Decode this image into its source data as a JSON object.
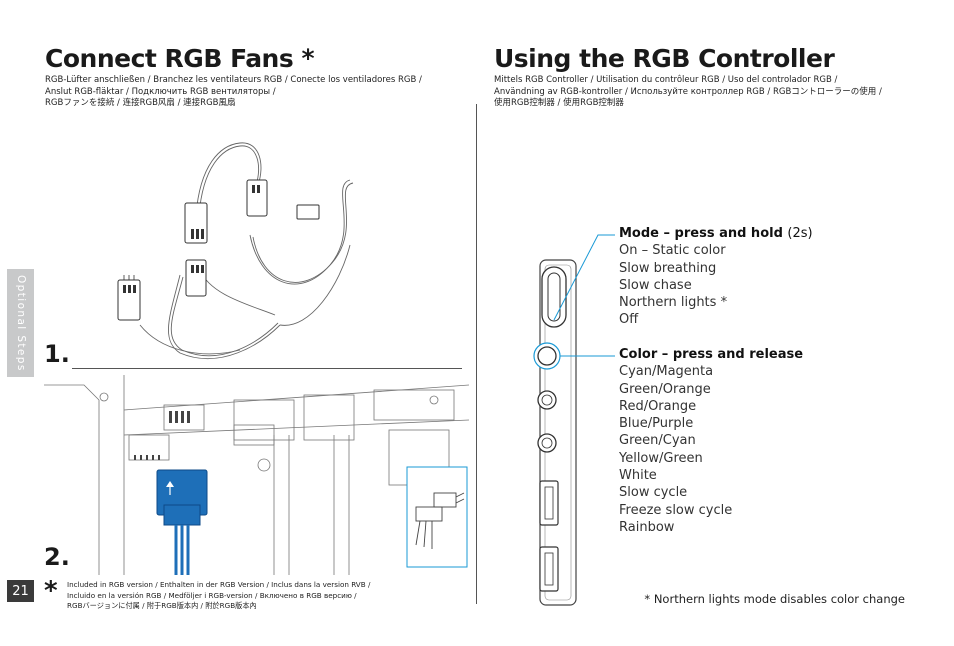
{
  "left": {
    "title": "Connect RGB Fans *",
    "subtitle_lines": [
      "RGB-Lüfter anschließen / Branchez les ventilateurs RGB / Conecte los ventiladores RGB /",
      "Anslut RGB-fläktar / Подключить RGB вентиляторы  /",
      "RGBファンを接続 / 连接RGB风扇 / 連接RGB風扇"
    ],
    "step1": "1.",
    "step2": "2.",
    "footnote_marker": "*",
    "footnote_lines": [
      "Included in RGB version / Enthalten in der RGB Version / Inclus dans la version RVB  /",
      "Incluido en la versión RGB  / Medföljer i RGB-version / Включено в RGB версию  /",
      "RGBバージョンに付属  / 附于RGB版本内 / 附於RGB版本內"
    ]
  },
  "right": {
    "title": "Using the RGB Controller",
    "subtitle_lines": [
      "Mittels RGB Controller / Utilisation du contrôleur RGB / Uso del controlador RGB /",
      "Användning av RGB-kontroller / Используйте контроллер RGB / RGBコントローラーの使用 /",
      "使用RGB控制器 / 使用RGB控制器"
    ],
    "mode": {
      "heading": "Mode – press and hold",
      "heading_suffix": "(2s)",
      "items": [
        "On – Static color",
        "Slow breathing",
        "Slow chase",
        "Northern lights *",
        "Off"
      ]
    },
    "color": {
      "heading": "Color – press and release",
      "items": [
        "Cyan/Magenta",
        "Green/Orange",
        "Red/Orange",
        "Blue/Purple",
        "Green/Cyan",
        "Yellow/Green",
        "White",
        "Slow cycle",
        "Freeze slow cycle",
        "Rainbow"
      ]
    },
    "footnote": "* Northern lights mode disables color change"
  },
  "side_tab": "Optional Steps",
  "page_number": "21",
  "colors": {
    "accent": "#1a9ad6",
    "highlight_blue": "#1e6fb8",
    "tab_gray": "#c8c9ca"
  }
}
